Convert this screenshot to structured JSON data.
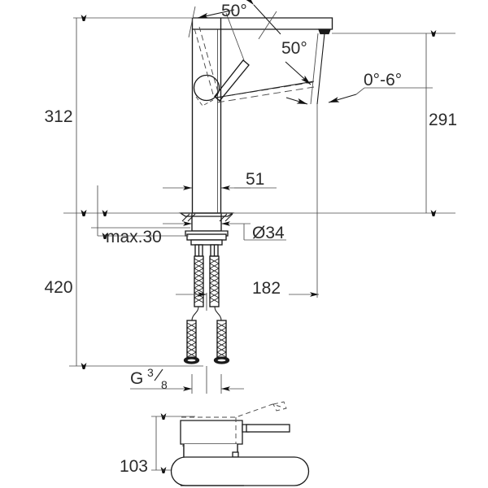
{
  "drawing": {
    "title": "Faucet technical dimension drawing",
    "units": "mm",
    "line_color": "#4a4a4a",
    "outline_color": "#1a1a1a",
    "arrow_color": "#111111",
    "text_color": "#2b2b2b",
    "background": "#ffffff"
  },
  "dimensions": {
    "height_total": "312",
    "height_spout": "291",
    "height_below": "420",
    "spout_reach": "182",
    "body_width": "51",
    "base_diameter": "Ø34",
    "counter_thickness": "max.30",
    "thread": "G",
    "thread_numerator": "3",
    "thread_denominator": "8",
    "lever_height": "103"
  },
  "angles": {
    "lever_swing": "50°",
    "spout_swivel": "50°",
    "aerator_tilt": "0°-6°"
  },
  "views": {
    "front_elevation": "front-elevation-view",
    "top_plan": "top-plan-view"
  },
  "labels": {
    "dim_312": "312",
    "dim_291": "291",
    "dim_420": "420",
    "dim_182": "182",
    "dim_51": "51",
    "dim_d34": "Ø34",
    "dim_max30": "max.30",
    "dim_103": "103",
    "ang_50_a": "50°",
    "ang_50_b": "50°",
    "ang_0_6": "0°-6°",
    "thread_g": "G",
    "thread_num": "3",
    "thread_den": "8"
  }
}
